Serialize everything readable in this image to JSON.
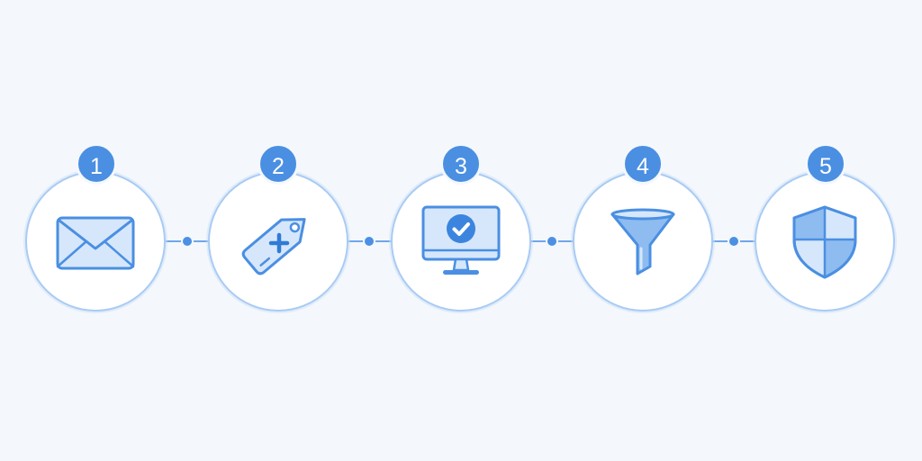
{
  "steps": [
    {
      "number": "1",
      "icon": "envelope-icon"
    },
    {
      "number": "2",
      "icon": "tag-plus-icon"
    },
    {
      "number": "3",
      "icon": "monitor-check-icon"
    },
    {
      "number": "4",
      "icon": "funnel-icon"
    },
    {
      "number": "5",
      "icon": "shield-icon"
    }
  ],
  "colors": {
    "background": "#f4f8fc",
    "accent": "#4a8fe2",
    "ring": "#a9cbf3",
    "icon_fill": "#d6e7fb",
    "icon_stroke": "#4a8fe2"
  }
}
